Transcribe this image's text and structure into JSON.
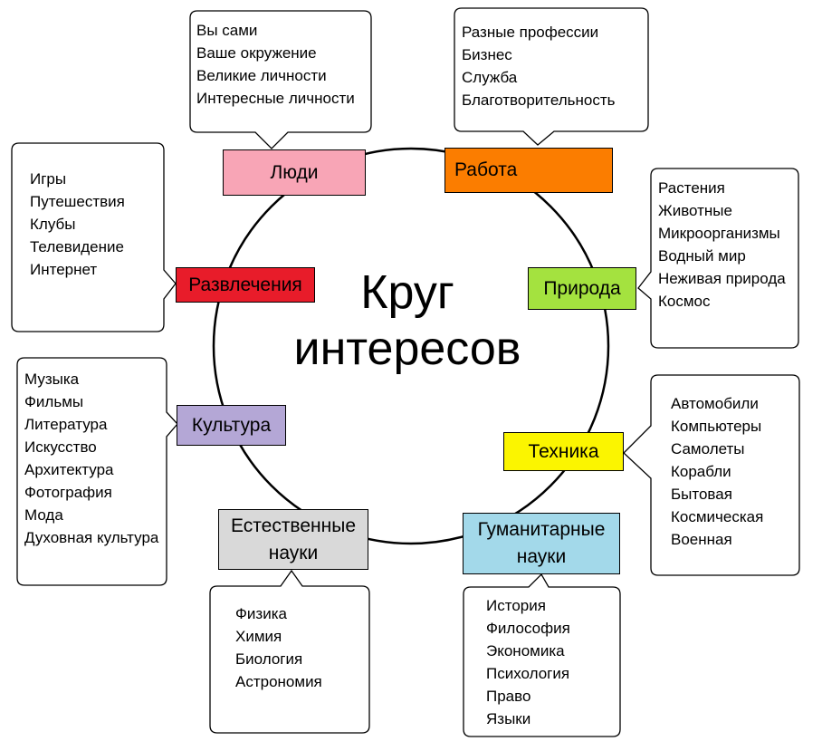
{
  "title": {
    "line1": "Круг",
    "line2": "интересов"
  },
  "categories": {
    "people": {
      "label": "Люди",
      "color": "#f8a5b6",
      "items": [
        "Вы сами",
        "Ваше окружение",
        "Великие личности",
        "Интересные личности"
      ]
    },
    "work": {
      "label": "Работа",
      "color": "#fb7d00",
      "items": [
        "Разные профессии",
        "Бизнес",
        "Служба",
        "Благотворительность"
      ]
    },
    "nature": {
      "label": "Природа",
      "color": "#a4e23f",
      "items": [
        "Растения",
        "Животные",
        "Микроорганизмы",
        "Водный мир",
        "Неживая природа",
        "Космос"
      ]
    },
    "tech": {
      "label": "Техника",
      "color": "#fbf500",
      "items": [
        "Автомобили",
        "Компьютеры",
        "Самолеты",
        "Корабли",
        "Бытовая",
        "Космическая",
        "Военная"
      ]
    },
    "humanities": {
      "label_line1": "Гуманитарные",
      "label_line2": "науки",
      "color": "#a3d9ea",
      "items": [
        "История",
        "Философия",
        "Экономика",
        "Психология",
        "Право",
        "Языки"
      ]
    },
    "natural_sciences": {
      "label_line1": "Естественные",
      "label_line2": "науки",
      "color": "#d9d9d9",
      "items": [
        "Физика",
        "Химия",
        "Биология",
        "Астрономия"
      ]
    },
    "culture": {
      "label": "Культура",
      "color": "#b4a7d6",
      "items": [
        "Музыка",
        "Фильмы",
        "Литература",
        "Искусство",
        "Архитектура",
        "Фотография",
        "Мода",
        "Духовная культура"
      ]
    },
    "entertainment": {
      "label": "Развлечения",
      "color": "#e81c2a",
      "items": [
        "Игры",
        "Путешествия",
        "Клубы",
        "Телевидение",
        "Интернет"
      ]
    }
  }
}
